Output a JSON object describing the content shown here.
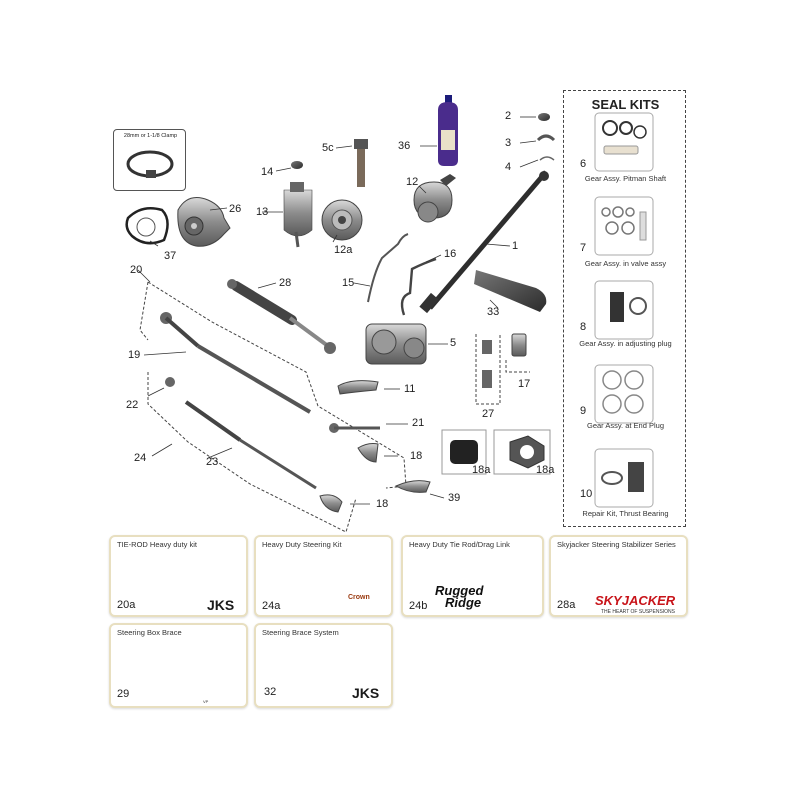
{
  "seal_kits": {
    "title": "SEAL KITS",
    "items": [
      {
        "num": "6",
        "caption": "Gear Assy. Pitman Shaft"
      },
      {
        "num": "7",
        "caption": "Gear Assy. in valve assy"
      },
      {
        "num": "8",
        "caption": "Gear Assy. in adjusting plug"
      },
      {
        "num": "9",
        "caption": "Gear Assy. at End Plug"
      },
      {
        "num": "10",
        "caption": "Repair Kit, Thrust Bearing"
      }
    ]
  },
  "clamp_inset": {
    "title": "28mm or 1-1/8 Clamp"
  },
  "callouts": {
    "c2": "2",
    "c3": "3",
    "c4": "4",
    "c36": "36",
    "c5c": "5c",
    "c14": "14",
    "c13": "13",
    "c12": "12",
    "c12a": "12a",
    "c26": "26",
    "c37": "37",
    "c1": "1",
    "c16": "16",
    "c15": "15",
    "c28": "28",
    "c20": "20",
    "c33": "33",
    "c5": "5",
    "c19": "19",
    "c17": "17",
    "c11": "11",
    "c22": "22",
    "c27": "27",
    "c21": "21",
    "c24": "24",
    "c23": "23",
    "c18a": "18",
    "c18b": "18",
    "c39": "39",
    "c18c": "18a",
    "c18d": "18a"
  },
  "kits": [
    {
      "title": "TIE-ROD Heavy duty kit",
      "num": "20a",
      "brand": "JKS"
    },
    {
      "title": "Heavy Duty Steering Kit",
      "num": "24a",
      "brand": "Crown"
    },
    {
      "title": "Heavy Duty Tie Rod/Drag Link",
      "num": "24b",
      "brand_line1": "Rugged",
      "brand_line2": "Ridge"
    },
    {
      "title": "Skyjacker Steering Stabilizer Series",
      "num": "28a",
      "brand": "SKYJACKER",
      "brand_sub": "THE HEART OF SUSPENSIONS"
    },
    {
      "title": "Steering Box Brace",
      "num": "29",
      "brand": "VP"
    },
    {
      "title": "Steering Brace System",
      "num": "32",
      "brand": "JKS"
    }
  ],
  "colors": {
    "accent_red": "#d01a1a",
    "card_border": "#e8dfc0",
    "fluid_purple": "#4a2c8c",
    "metal": "#8a8a8a"
  }
}
